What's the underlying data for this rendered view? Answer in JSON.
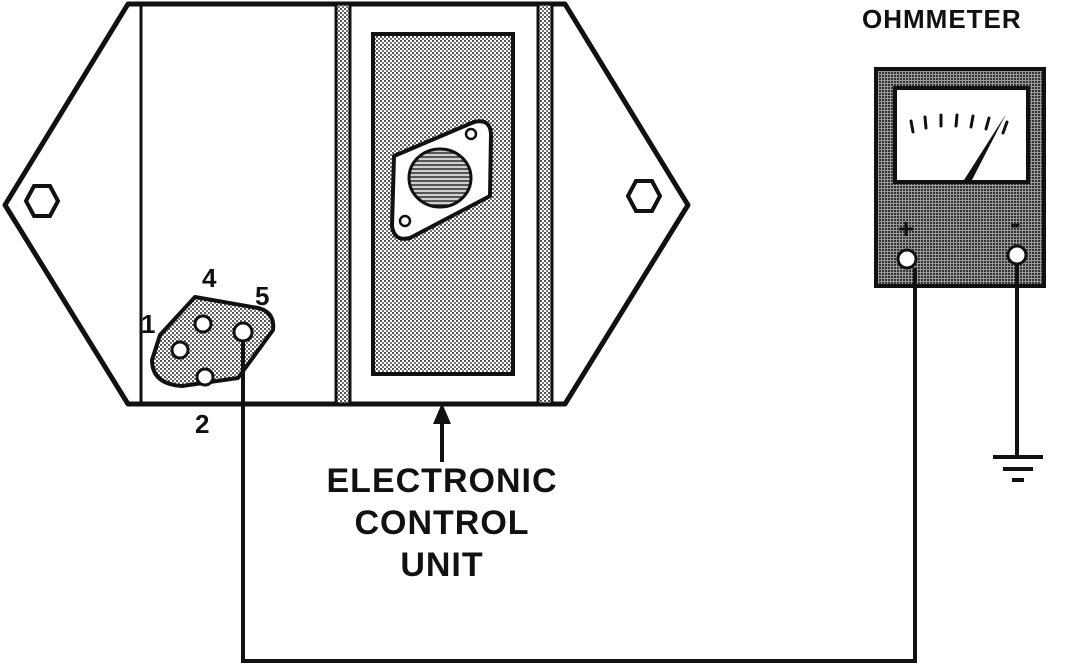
{
  "meter": {
    "title": "OHMMETER",
    "plus_sign": "+",
    "minus_sign": "-"
  },
  "unit": {
    "caption_line1": "ELECTRONIC",
    "caption_line2": "CONTROL",
    "caption_line3": "UNIT"
  },
  "connector": {
    "pins": [
      "1",
      "2",
      "4",
      "5"
    ]
  },
  "icons": [
    "mounting-bolt-icon",
    "ground-symbol-icon",
    "arrow-up-icon",
    "meter-needle-icon"
  ]
}
